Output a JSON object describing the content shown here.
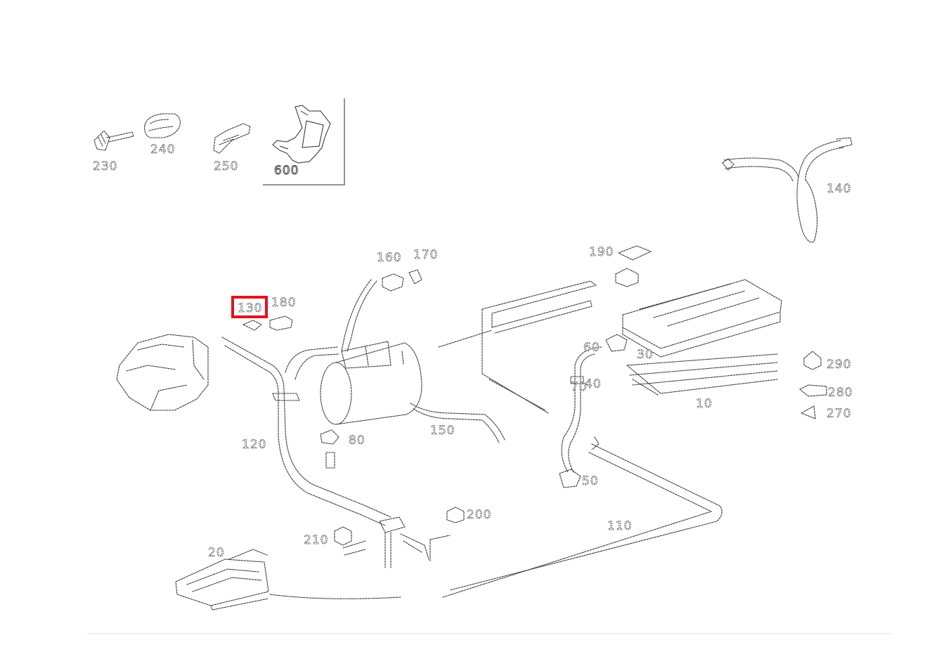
{
  "labels": {
    "l230": "230",
    "l240": "240",
    "l250": "250",
    "l600": "600",
    "l140": "140",
    "l180": "180",
    "l130": "130",
    "l160": "160",
    "l170": "170",
    "l80": "80",
    "l120": "120",
    "l150": "150",
    "l190": "190",
    "l60": "60",
    "l30": "30",
    "l40": "40",
    "l290": "290",
    "l280": "280",
    "l270": "270",
    "l10": "10",
    "l70": "70",
    "l50": "50",
    "l110": "110",
    "l200": "200",
    "l210": "210",
    "l20": "20"
  },
  "highlight": {
    "color": "#e1141c",
    "part": "130"
  }
}
